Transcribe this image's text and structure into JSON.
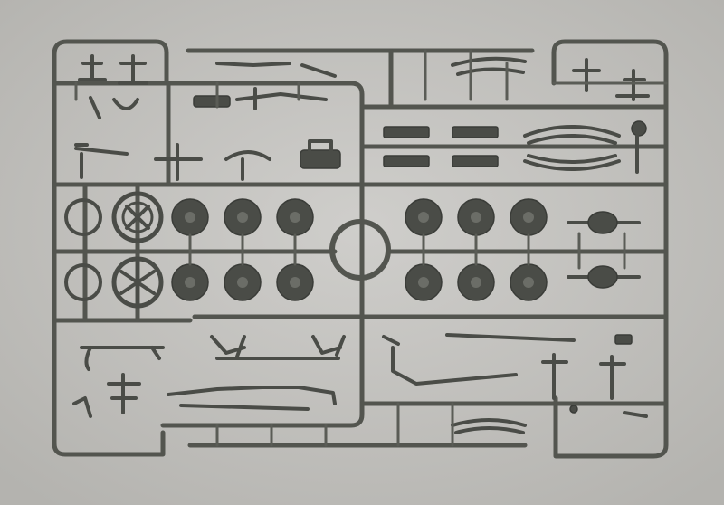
{
  "scene": {
    "subject": "sprue-frame",
    "colors": {
      "background": "#c2c1bd",
      "plastic": "#53554f",
      "part_shadow": "#3a3c38"
    },
    "wheels": {
      "upper_row_count": 6,
      "lower_row_count": 6
    }
  }
}
